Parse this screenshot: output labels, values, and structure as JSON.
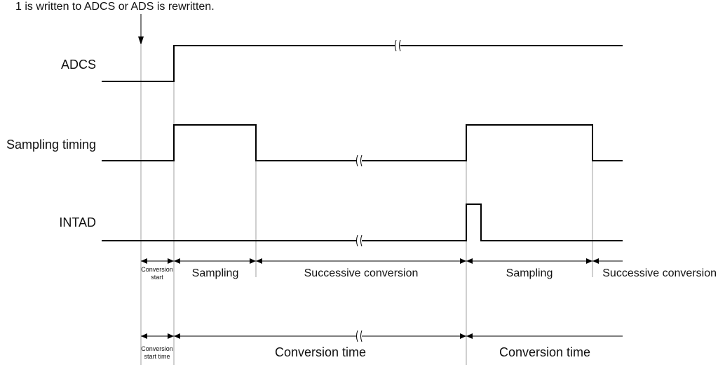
{
  "header": {
    "note": "1 is written to ADCS or ADS is rewritten."
  },
  "signals": {
    "adcs": "ADCS",
    "sampling_timing": "Sampling timing",
    "intad": "INTAD"
  },
  "phases": {
    "conversion_start_1": "Conversion",
    "conversion_start_2": "start",
    "sampling_1": "Sampling",
    "successive_1": "Successive conversion",
    "sampling_2": "Sampling",
    "successive_2": "Successive conversion"
  },
  "times": {
    "start_time_1": "Conversion",
    "start_time_2": "start time",
    "conversion_time_1": "Conversion time",
    "conversion_time_2": "Conversion time"
  }
}
